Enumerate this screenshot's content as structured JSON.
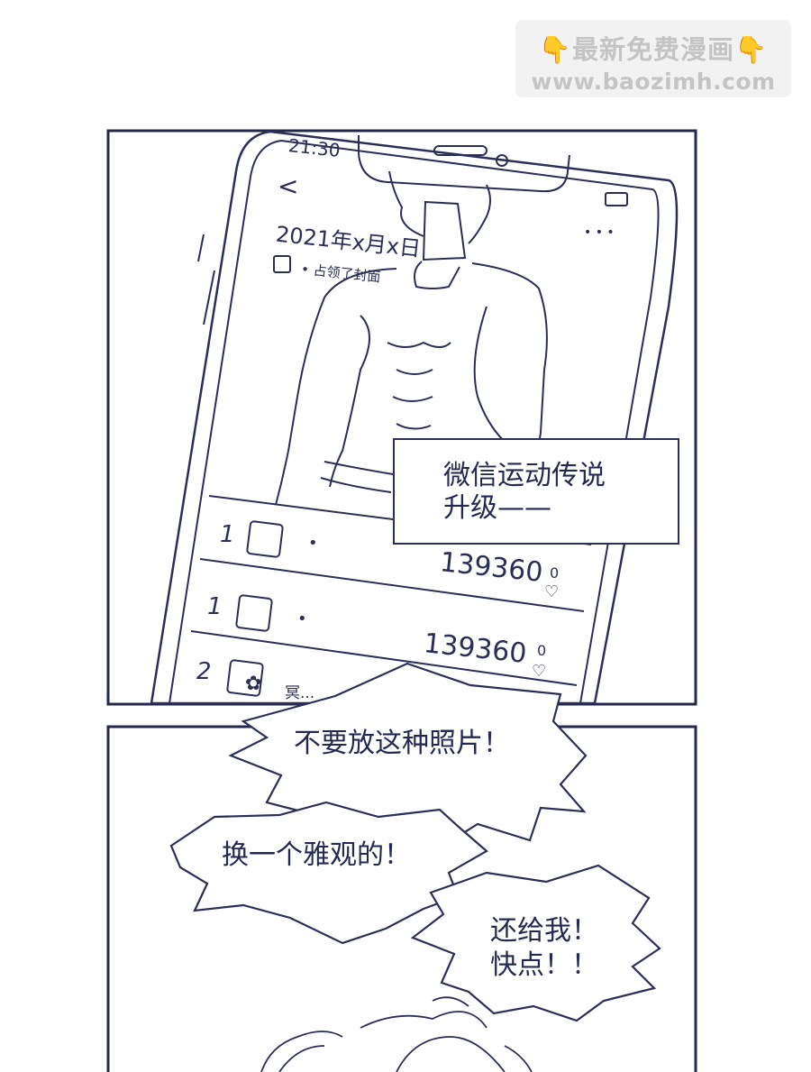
{
  "watermark": {
    "icon_left": "pointing-down-icon",
    "line1": "最新免费漫画",
    "icon_right": "pointing-down-icon",
    "line2": "www.baozimh.com"
  },
  "panel1": {
    "phone": {
      "status_time": "21:30",
      "back_symbol": "<",
      "menu_symbol": "• • •",
      "date": "2021年x月x日",
      "cover_text": "• 占领了封面",
      "rows": [
        {
          "rank": "1",
          "dot": "•",
          "steps": "139360",
          "likes": "0"
        },
        {
          "rank": "1",
          "dot": "•",
          "steps": "139360",
          "likes": "0"
        },
        {
          "rank": "2",
          "name": "冥..."
        }
      ]
    },
    "caption": {
      "line1": "微信运动传说",
      "line2": "升级——"
    }
  },
  "panel2": {
    "bubble1": "不要放这种照片！",
    "bubble2": "换一个雅观的！",
    "bubble3_line1": "还给我！",
    "bubble3_line2": "快点！！"
  }
}
